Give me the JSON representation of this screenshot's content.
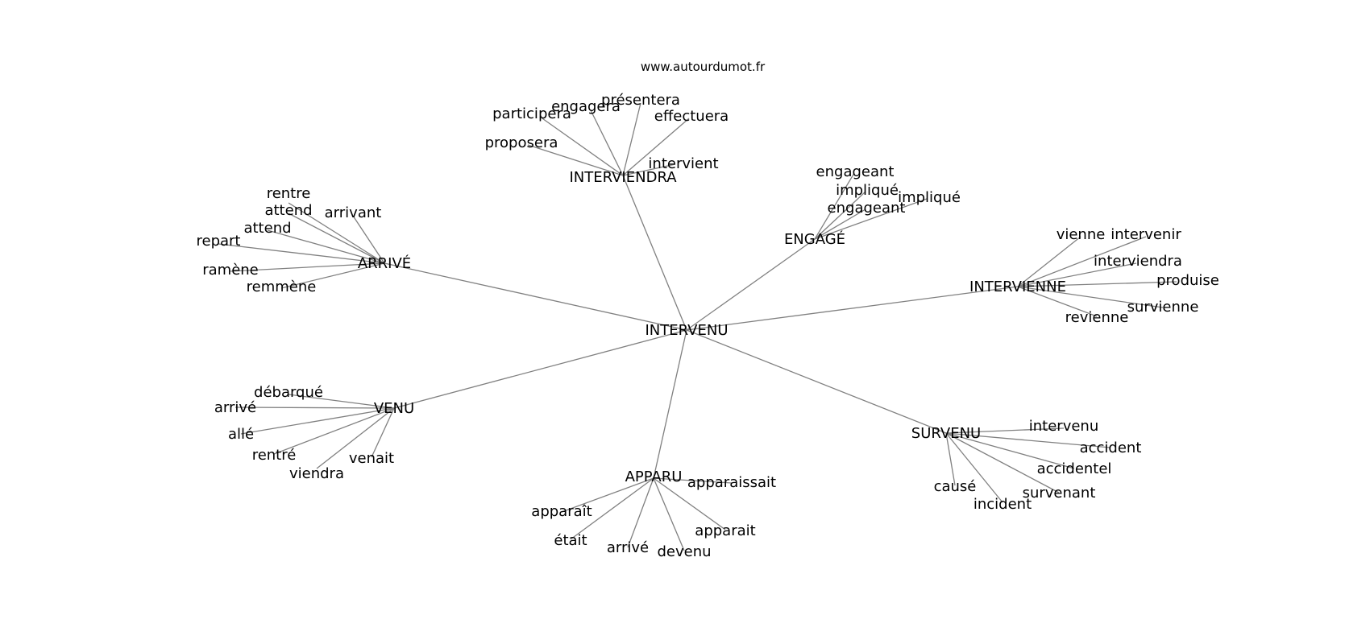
{
  "source": "www.autourdumot.fr",
  "root": "INTERVENU",
  "clusters": [
    {
      "hub": "INTERVIENDRA",
      "words": [
        "participera",
        "engagera",
        "présentera",
        "effectuera",
        "proposera",
        "intervient"
      ]
    },
    {
      "hub": "ENGAGÉ",
      "words": [
        "engageant",
        "impliqué",
        "impliqué",
        "engageant"
      ]
    },
    {
      "hub": "ARRIVÉ",
      "words": [
        "rentre",
        "attend",
        "arrivant",
        "attend",
        "repart",
        "ramène",
        "remmène"
      ]
    },
    {
      "hub": "INTERVIENNE",
      "words": [
        "vienne",
        "intervenir",
        "interviendra",
        "produise",
        "survienne",
        "revienne"
      ]
    },
    {
      "hub": "VENU",
      "words": [
        "débarqué",
        "arrivé",
        "allé",
        "rentré",
        "venait",
        "viendra"
      ]
    },
    {
      "hub": "SURVENU",
      "words": [
        "intervenu",
        "accident",
        "accidentel",
        "causé",
        "survenant",
        "incident"
      ]
    },
    {
      "hub": "APPARU",
      "words": [
        "apparaissait",
        "apparaît",
        "était",
        "arrivé",
        "devenu",
        "apparait"
      ]
    }
  ]
}
